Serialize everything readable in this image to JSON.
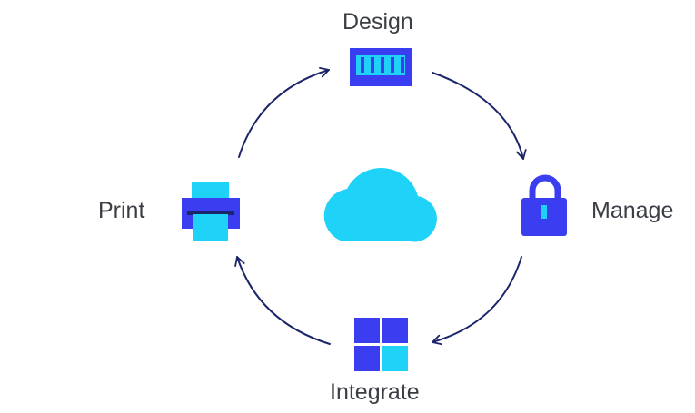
{
  "steps": {
    "design": {
      "label": "Design",
      "icon": "conveyor-icon"
    },
    "manage": {
      "label": "Manage",
      "icon": "lock-icon"
    },
    "integrate": {
      "label": "Integrate",
      "icon": "windows-grid-icon"
    },
    "print": {
      "label": "Print",
      "icon": "printer-icon"
    }
  },
  "center": {
    "icon": "cloud-icon"
  },
  "colors": {
    "primary_blue": "#3b3ef0",
    "light_cyan": "#1fd2f8",
    "arrow": "#1b2569",
    "text": "#3b3e45",
    "dark_navy": "#1b2569"
  }
}
